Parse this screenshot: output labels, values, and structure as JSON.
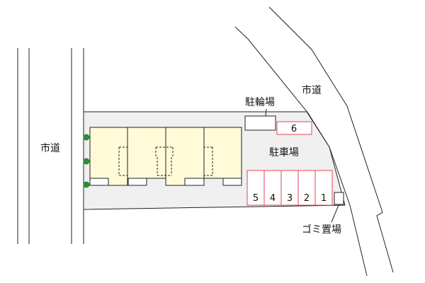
{
  "labels": {
    "road_left": "市道",
    "road_right": "市道",
    "bicycle_parking": "駐輪場",
    "parking": "駐車場",
    "garbage": "ゴミ置場"
  },
  "parking_spaces": [
    "1",
    "2",
    "3",
    "4",
    "5"
  ],
  "extra_space": "6",
  "colors": {
    "lot": "#f0f0f0",
    "building": "#fffbd8",
    "parking_line": "#e8405a",
    "tree": "#2e8b3a",
    "line": "#222222"
  },
  "icons": [
    "tree-icon"
  ]
}
